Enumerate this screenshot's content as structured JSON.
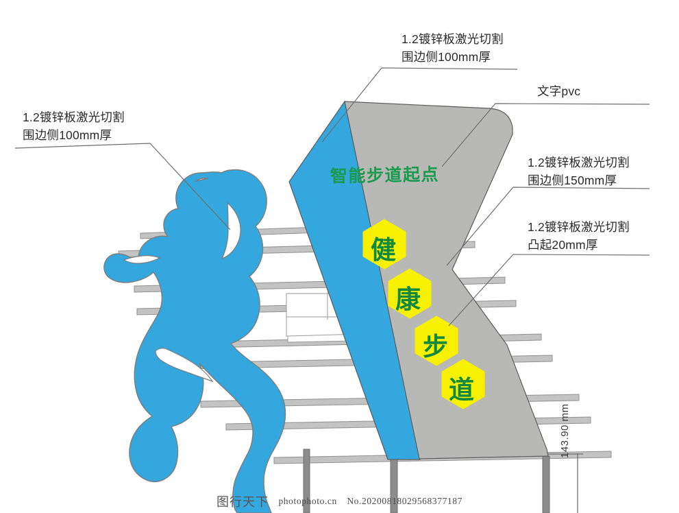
{
  "document": {
    "kind": "technical-illustration",
    "subject": "Smart walkway start-point signage elevation drawing"
  },
  "sign": {
    "title": "智能步道起点",
    "title_color": "#1a9a4e",
    "panel_color": "#b8b8b6",
    "edge_color": "#33a7de",
    "hex_fill": "#f7f000",
    "hex_text_color": "#11893d",
    "hexagons": [
      {
        "char": "健"
      },
      {
        "char": "康"
      },
      {
        "char": "步"
      },
      {
        "char": "道"
      }
    ]
  },
  "callouts": {
    "top": {
      "line1": "1.2镀锌板激光切割",
      "line2": "围边侧100mm厚"
    },
    "left": {
      "line1": "1.2镀锌板激光切割",
      "line2": "围边侧100mm厚"
    },
    "pvc": {
      "line1": "文字pvc"
    },
    "right_150": {
      "line1": "1.2镀锌板激光切割",
      "line2": "围边侧150mm厚"
    },
    "right_20": {
      "line1": "1.2镀锌板激光切割",
      "line2": "凸起20mm厚"
    }
  },
  "dimension": {
    "label": "143.90 mm"
  },
  "watermark": {
    "brand": "图行天下",
    "site": "photophoto.cn",
    "id": "No.20200818029568377187"
  },
  "figure": {
    "name": "running-woman-silhouette",
    "color": "#33a7de"
  },
  "background": {
    "bar_color": "#c2c2c2",
    "bar_edge_color": "#8e8e8e"
  }
}
